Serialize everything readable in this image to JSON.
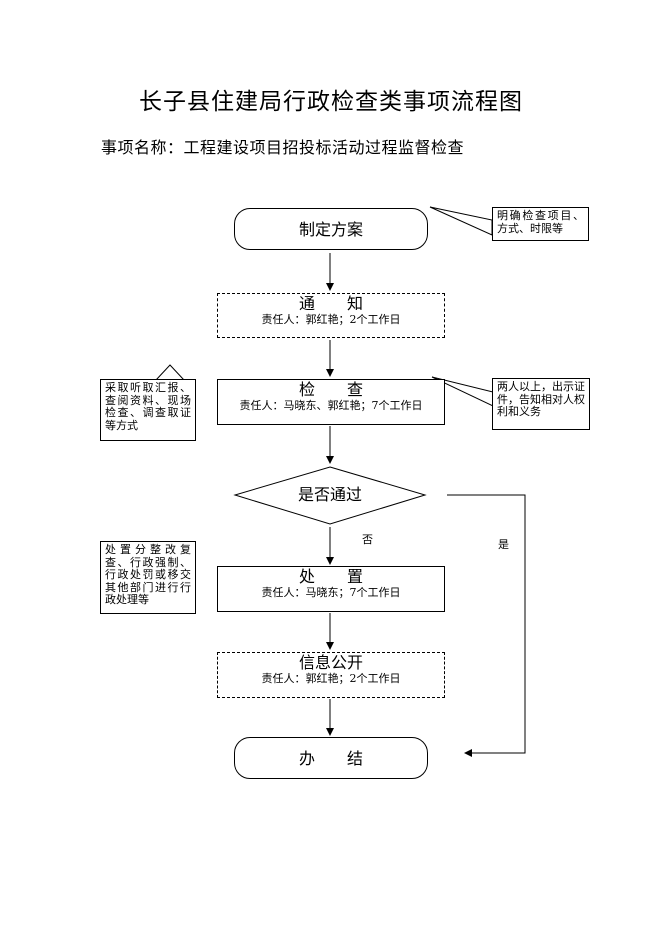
{
  "title": "长子县住建局行政检查类事项流程图",
  "subtitle": "事项名称：工程建设项目招投标活动过程监督检查",
  "nodes": {
    "plan": {
      "label": "制定方案"
    },
    "notice": {
      "label": "通　　知",
      "responsible": "责任人：郭红艳；2个工作日"
    },
    "inspect": {
      "label": "检　　查",
      "responsible": "责任人：马晓东、郭红艳；7个工作日"
    },
    "decision": {
      "label": "是否通过"
    },
    "handle": {
      "label": "处　　置",
      "responsible": "责任人：马晓东；7个工作日"
    },
    "disclose": {
      "label": "信息公开",
      "responsible": "责任人：郭红艳；2个工作日"
    },
    "finish": {
      "label": "办　　结"
    }
  },
  "notes": {
    "plan_note": "明确检查项目、方式、时限等",
    "inspect_right_note": "两人以上，出示证件，告知相对人权利和义务",
    "inspect_left_note": "采取听取汇报、查阅资料、现场检查、调查取证等方式",
    "handle_note": "处置分整改复查、行政强制、行政处罚或移交其他部门进行行政处理等"
  },
  "edge_labels": {
    "no": "否",
    "yes": "是"
  }
}
